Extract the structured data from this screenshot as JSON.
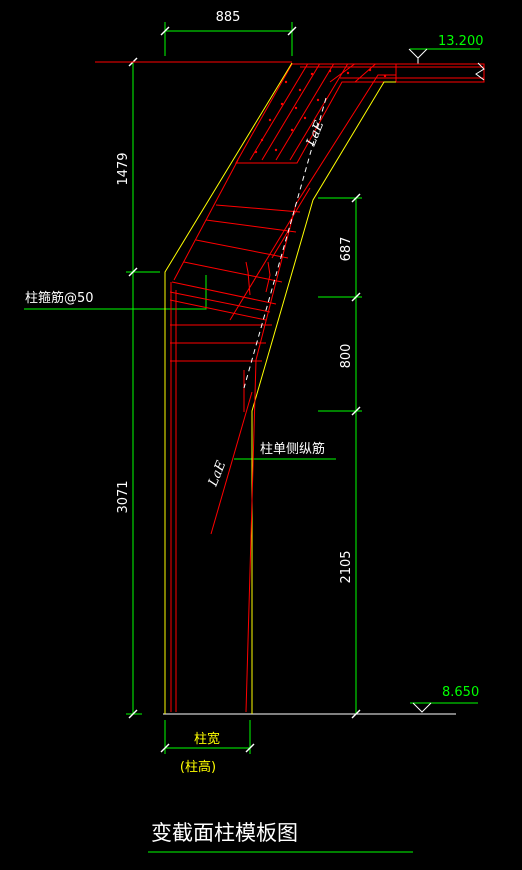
{
  "dimensions": {
    "top_width": "885",
    "upper_height": "1479",
    "lower_height": "3071",
    "seg_687": "687",
    "seg_800": "800",
    "seg_2105": "2105"
  },
  "levels": {
    "top": "13.200",
    "bottom": "8.650"
  },
  "labels": {
    "stirrup": "柱箍筋@50",
    "single_side_rebar": "柱单侧纵筋",
    "lae": "LaE",
    "col_width": "柱宽",
    "col_height": "(柱高)"
  },
  "title": "变截面柱模板图",
  "colors": {
    "background": "#000000",
    "outline": "#ffff00",
    "rebar": "#ff0000",
    "dimension_line": "#00ff00",
    "text": "#ffffff"
  }
}
